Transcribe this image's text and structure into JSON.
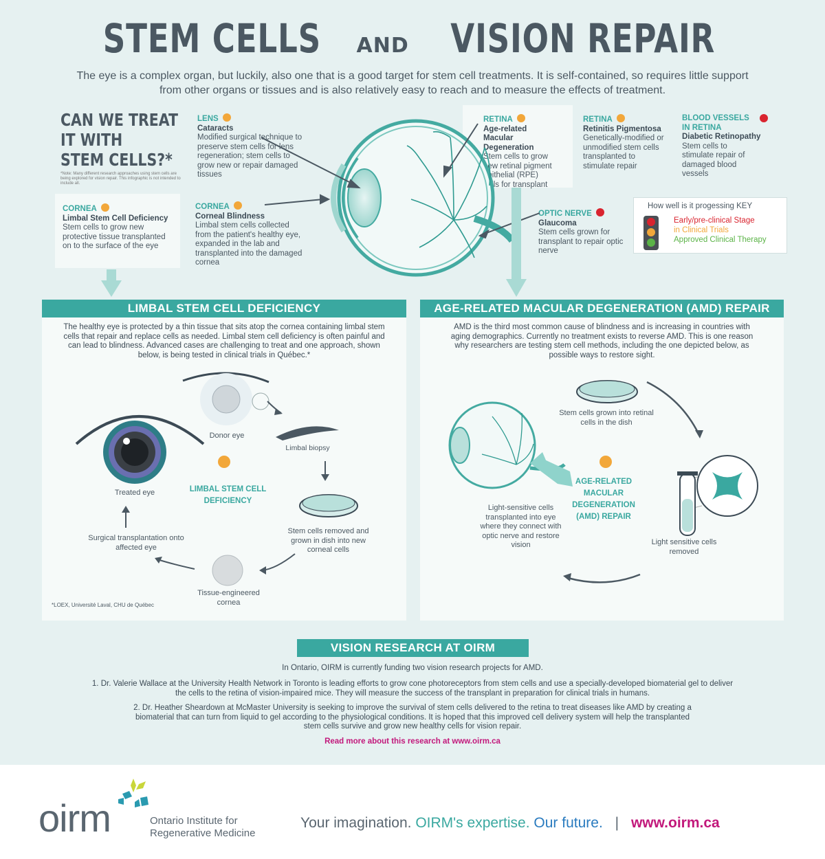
{
  "header": {
    "title_part1": "STEM CELLS",
    "title_and": "AND",
    "title_part2": "VISION REPAIR",
    "intro": "The eye is a complex organ, but luckily, also one that is a good target for stem cell treatments. It is self-contained, so requires little support from other organs or tissues and is also relatively easy to reach and to measure the effects of treatment."
  },
  "question": {
    "line1": "CAN WE TREAT",
    "line2": "IT WITH",
    "line3": "STEM CELLS?*",
    "note": "*Note: Many different research approaches using stem cells are being explored for vision repair. This infographic is not intended to include all."
  },
  "conditions": {
    "cornea_lscd": {
      "label": "CORNEA",
      "title": "Limbal Stem Cell Deficiency",
      "text": "Stem cells to grow new protective tissue transplanted on to the surface of the eye",
      "status": "orange"
    },
    "lens": {
      "label": "LENS",
      "title": "Cataracts",
      "text": "Modified surgical technique to preserve stem cells for lens regeneration; stem cells to grow new or repair damaged tissues",
      "status": "orange"
    },
    "cornea_blind": {
      "label": "CORNEA",
      "title": "Corneal Blindness",
      "text": "Limbal stem cells collected from the patient's healthy eye, expanded in the lab and transplanted into the damaged cornea",
      "status": "orange"
    },
    "retina_amd": {
      "label": "RETINA",
      "title": "Age-related Macular Degeneration",
      "text": "Stem cells to grow new retinal pigment epithelial (RPE) cells for transplant",
      "status": "orange"
    },
    "retina_rp": {
      "label": "RETINA",
      "title": "Retinitis Pigmentosa",
      "text": "Genetically-modified or unmodified stem cells transplanted to stimulate repair",
      "status": "orange"
    },
    "blood": {
      "label": "BLOOD VESSELS IN RETINA",
      "title": "Diabetic Retinopathy",
      "text": "Stem cells to stimulate repair of damaged blood vessels",
      "status": "red"
    },
    "optic": {
      "label": "OPTIC NERVE",
      "title": "Glaucoma",
      "text": "Stem cells grown for transplant to repair optic nerve",
      "status": "red"
    }
  },
  "key": {
    "title": "How well is it progessing KEY",
    "red": "Early/pre-clinical Stage",
    "orange": "in Clinical Trials",
    "green": "Approved Clinical Therapy",
    "colors": {
      "red": "#d9242f",
      "orange": "#f2a73a",
      "green": "#5bb347"
    }
  },
  "lscd": {
    "heading": "LIMBAL STEM CELL DEFICIENCY",
    "text": "The healthy eye is protected by a thin tissue that sits atop the cornea containing limbal stem cells that repair and replace cells as needed. Limbal stem cell deficiency is often painful and can lead to blindness. Advanced cases are challenging to treat and one approach, shown below, is being tested in clinical trials in Québec.*",
    "donor": "Donor eye",
    "biopsy": "Limbal biopsy",
    "center_line1": "LIMBAL STEM CELL",
    "center_line2": "DEFICIENCY",
    "treated": "Treated eye",
    "dish": "Stem cells removed and grown in dish into new corneal cells",
    "surgical": "Surgical transplantation onto affected eye",
    "tissue": "Tissue-engineered cornea",
    "footnote": "*LOEX, Université Laval, CHU de Québec"
  },
  "amd": {
    "heading": "AGE-RELATED MACULAR DEGENERATION (AMD) REPAIR",
    "text": "AMD is the third most common cause of blindness and is increasing in countries with aging demographics. Currently no treatment exists to reverse AMD. This is one reason why researchers are testing stem cell methods, including the one depicted below, as possible ways to restore sight.",
    "grown": "Stem cells grown into retinal cells in the dish",
    "center_line1": "AGE-RELATED",
    "center_line2": "MACULAR",
    "center_line3": "DEGENERATION",
    "center_line4": "(AMD) REPAIR",
    "light": "Light-sensitive cells transplanted into eye where they connect with optic nerve and restore vision",
    "removed": "Light sensitive cells removed"
  },
  "research": {
    "heading": "VISION RESEARCH AT OIRM",
    "intro": "In Ontario, OIRM is currently funding two vision research projects for AMD.",
    "item1": "1. Dr. Valerie Wallace at the University Health Network in Toronto is leading efforts to grow cone photoreceptors from stem cells and use a specially-developed biomaterial gel to deliver the cells to the retina of vision-impaired mice. They will measure the success of the transplant in preparation for clinical trials in humans.",
    "item2": "2. Dr. Heather Sheardown at McMaster University is seeking to improve the survival of stem cells delivered to the retina to treat diseases like AMD by creating a biomaterial that can turn from liquid to gel according to the physiological conditions. It is hoped that this improved cell delivery system will help the transplanted stem cells survive and grow new healthy cells for vision repair.",
    "link": "Read more about this research at www.oirm.ca"
  },
  "footer": {
    "logo": "oirm",
    "org_line1": "Ontario Institute for",
    "org_line2": "Regenerative Medicine",
    "tag1": "Your imagination.",
    "tag2": "OIRM's expertise.",
    "tag3": "Our future.",
    "sep": "|",
    "url": "www.oirm.ca"
  }
}
